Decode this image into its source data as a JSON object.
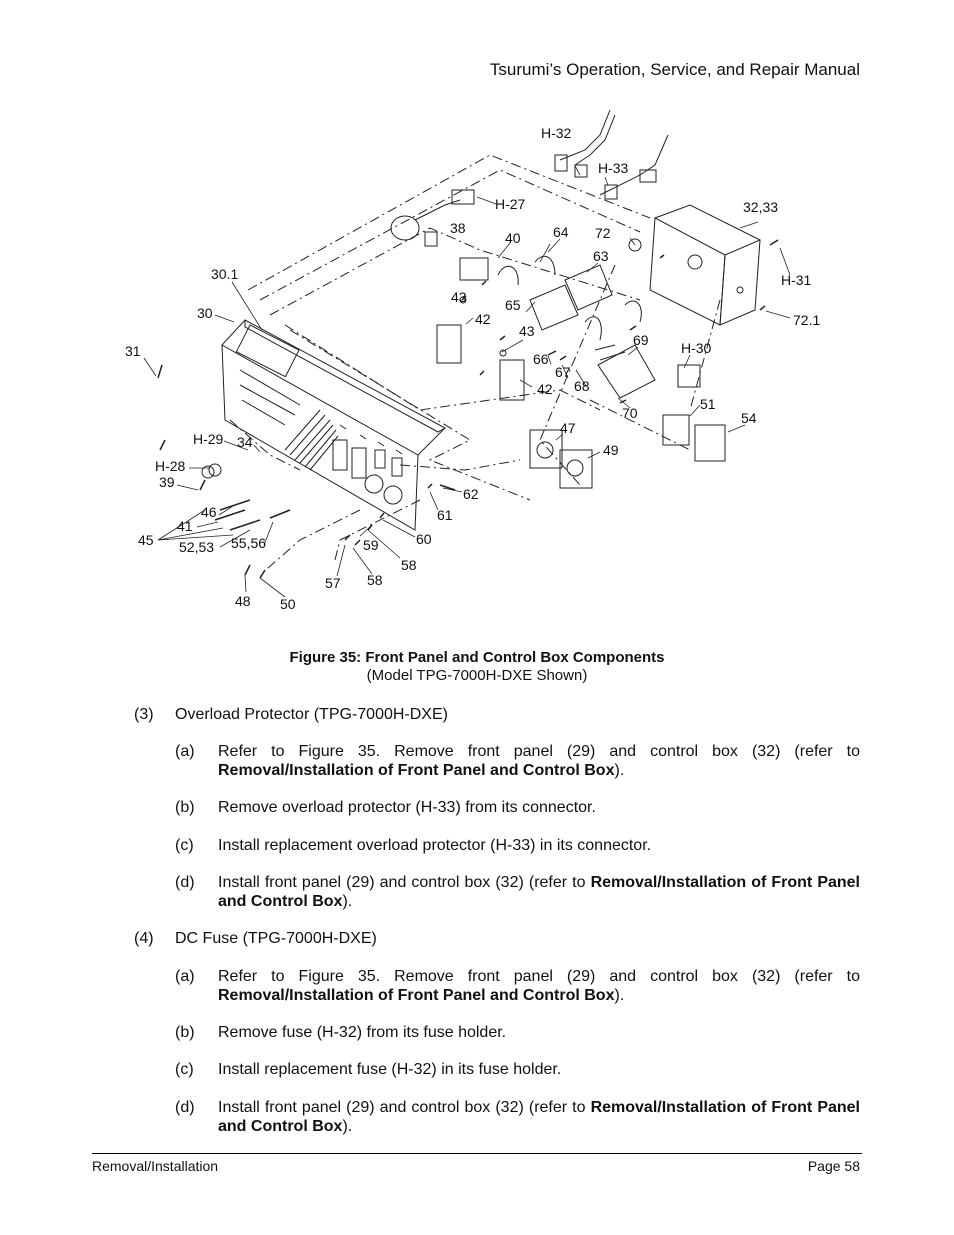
{
  "header": {
    "title": "Tsurumi’s Operation, Service, and Repair Manual"
  },
  "figure": {
    "caption_title": "Figure 35: Front Panel and Control Box Components",
    "caption_subtitle": "(Model TPG-7000H-DXE Shown)",
    "callouts": {
      "h32": "H-32",
      "h33": "H-33",
      "h27": "H-27",
      "p38": "38",
      "p40": "40",
      "p64": "64",
      "p72": "72",
      "p3233": "32,33",
      "p63": "63",
      "h31": "H-31",
      "p301": "30.1",
      "p43a": "43",
      "p42a": "42",
      "p65": "65",
      "p721": "72.1",
      "p30": "30",
      "p43b": "43",
      "p66": "66",
      "p69": "69",
      "h30": "H-30",
      "p31": "31",
      "p67": "67",
      "p68": "68",
      "p42b": "42",
      "p51": "51",
      "p70": "70",
      "p54": "54",
      "p47": "47",
      "h29": "H-29",
      "p34": "34",
      "p49": "49",
      "h28": "H-28",
      "p39": "39",
      "p62": "62",
      "p46": "46",
      "p61": "61",
      "p41": "41",
      "p45": "45",
      "p5253": "52,53",
      "p5556": "55,56",
      "p59": "59",
      "p60": "60",
      "p58a": "58",
      "p57": "57",
      "p58b": "58",
      "p48": "48",
      "p50": "50"
    }
  },
  "sections": [
    {
      "num": "(3)",
      "title": "Overload Protector (TPG-7000H-DXE)",
      "steps": [
        {
          "letter": "(a)",
          "pre": "Refer to Figure 35. Remove front panel (29) and control box (32) (refer to ",
          "bold": "Removal/Installation of Front Panel and Control Box",
          "post": ")."
        },
        {
          "letter": "(b)",
          "text": "Remove overload protector (H-33) from its connector."
        },
        {
          "letter": "(c)",
          "text": "Install replacement overload protector (H-33) in its connector."
        },
        {
          "letter": "(d)",
          "pre": "Install front panel (29) and control box (32) (refer to ",
          "bold": "Removal/Installation of Front Panel and Control Box",
          "post": ")."
        }
      ]
    },
    {
      "num": "(4)",
      "title": "DC Fuse (TPG-7000H-DXE)",
      "steps": [
        {
          "letter": "(a)",
          "pre": "Refer to Figure 35. Remove front panel (29) and control box (32) (refer to ",
          "bold": "Removal/Installation of Front Panel and Control Box",
          "post": ")."
        },
        {
          "letter": "(b)",
          "text": "Remove fuse (H-32) from its fuse holder."
        },
        {
          "letter": "(c)",
          "text": "Install replacement fuse (H-32) in its fuse holder."
        },
        {
          "letter": "(d)",
          "pre": "Install front panel (29) and control box (32) (refer to ",
          "bold": "Removal/Installation of Front Panel and Control Box",
          "post": ")."
        }
      ]
    }
  ],
  "footer": {
    "left": "Removal/Installation",
    "right": "Page 58"
  }
}
